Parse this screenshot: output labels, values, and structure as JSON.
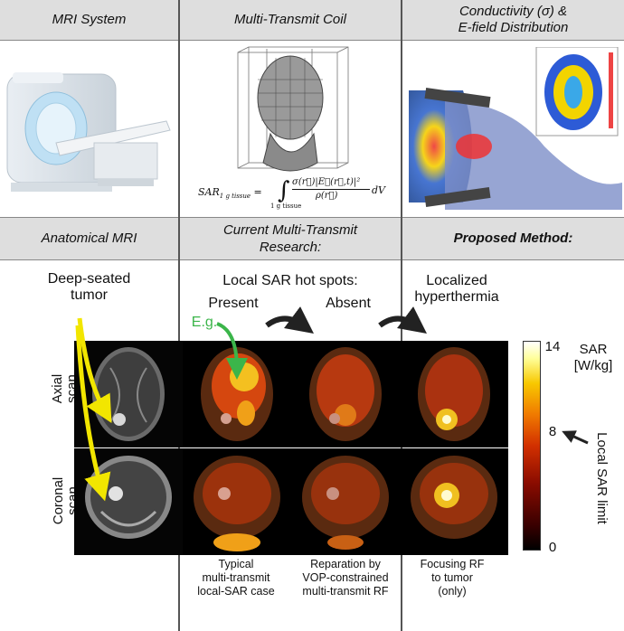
{
  "headers": {
    "mri_system": "MRI System",
    "multi_transmit_coil": "Multi-Transmit Coil",
    "conductivity_line1": "Conductivity (σ) &",
    "conductivity_line2": "E-field Distribution",
    "anatomical_mri": "Anatomical MRI",
    "current_research_line1": "Current Multi-Transmit",
    "current_research_line2": "Research:",
    "proposed_method": "Proposed  Method:"
  },
  "labels": {
    "deep_seated_line1": "Deep-seated",
    "deep_seated_line2": "tumor",
    "local_sar_hot_spots": "Local SAR hot spots:",
    "present": "Present",
    "absent": "Absent",
    "localized_line1": "Localized",
    "localized_line2": "hyperthermia",
    "eg": "E.g.",
    "axial_line1": "Axial",
    "axial_line2": "scan",
    "coronal_line1": "Coronal",
    "coronal_line2": "scan"
  },
  "captions": {
    "typical": [
      "Typical",
      "multi-transmit",
      "local-SAR case"
    ],
    "reparation": [
      "Reparation by",
      "VOP-constrained",
      "multi-transmit RF"
    ],
    "focusing": [
      "Focusing RF",
      "to tumor",
      "(only)"
    ]
  },
  "colorbar": {
    "title_line1": "SAR",
    "title_line2": "[W/kg]",
    "tick_max": "14",
    "tick_mid": "8",
    "tick_min": "0",
    "local_sar_limit": "Local SAR limit",
    "max": 14,
    "limit": 8,
    "min": 0
  },
  "colors": {
    "header_bg": "#dedede",
    "arrow_yellow": "#f2e600",
    "arrow_green": "#3bb54a",
    "eg_text": "#3bb54a"
  },
  "equation": "SAR 1 g tissue = ∫ 1 g tissue σ(r⃗)|E⃗(r⃗,t)|² / ρ(r⃗) dV"
}
